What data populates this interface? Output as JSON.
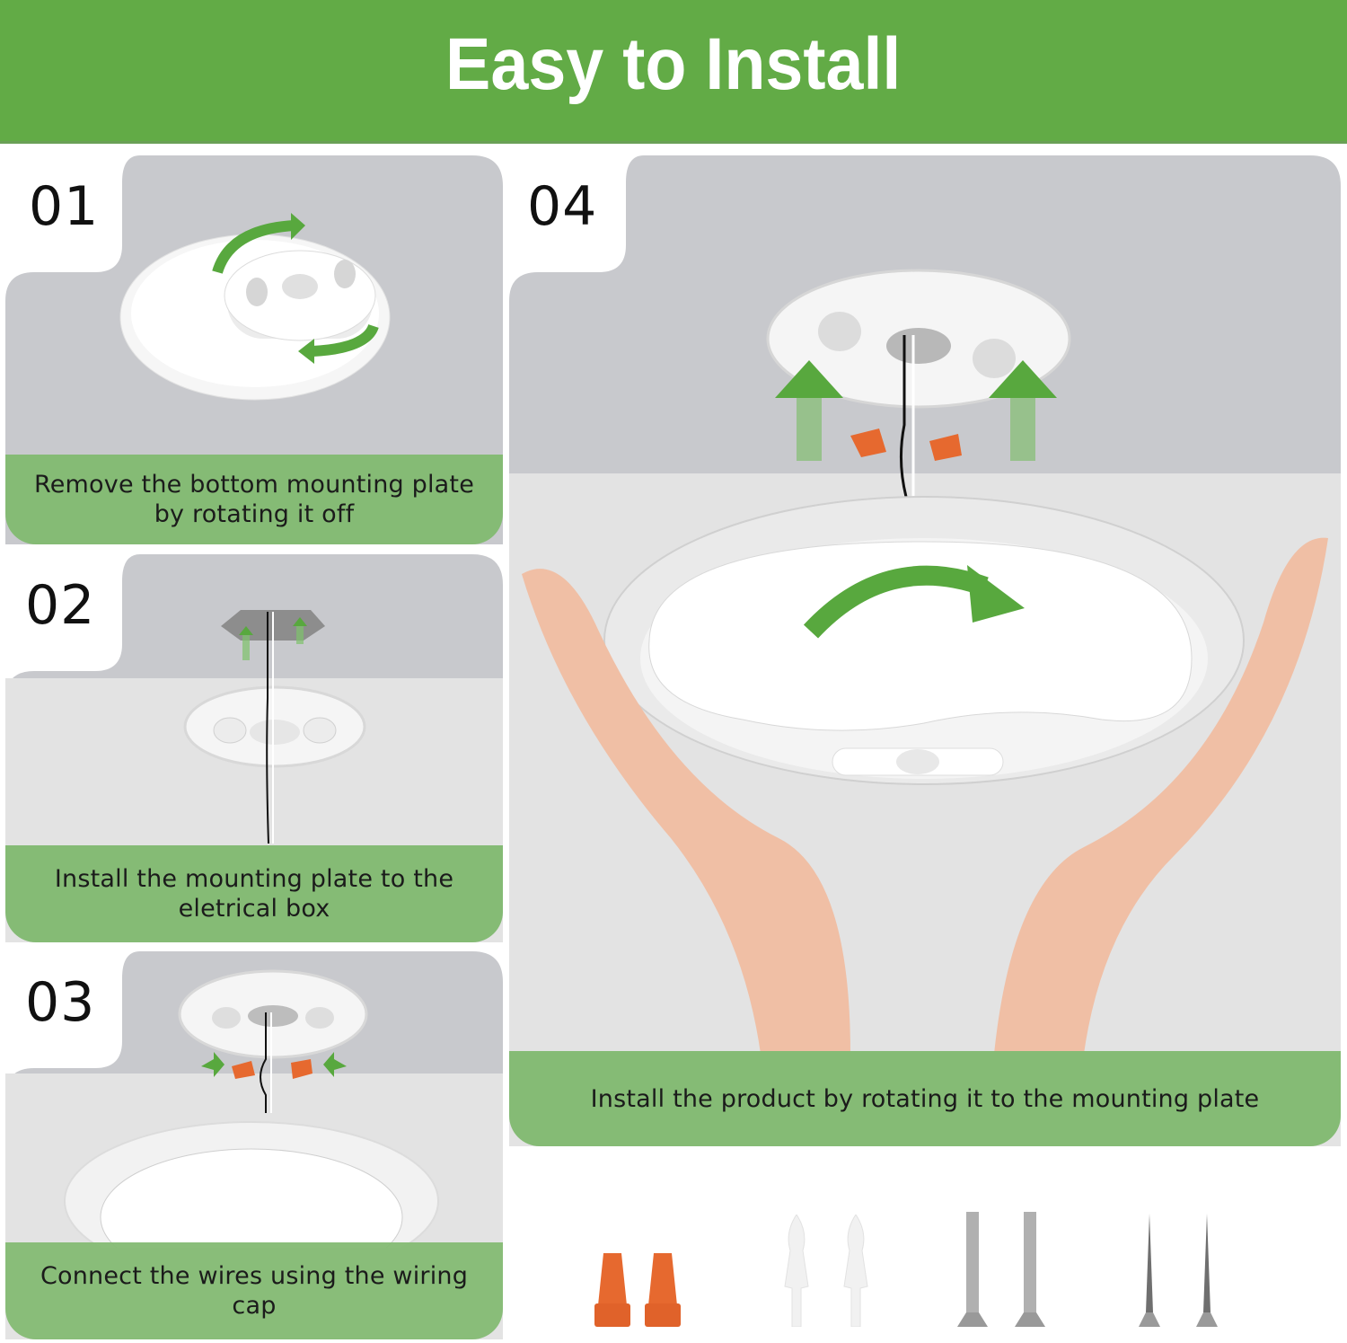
{
  "header": {
    "title": "Easy to Install",
    "background_color": "#62ab46"
  },
  "colors": {
    "card_gray_dark": "#c8c9cd",
    "card_gray_light": "#e3e3e3",
    "caption_green": "#85bb75",
    "arrow_green": "#58a83e",
    "wire_cap_orange": "#e6692f"
  },
  "steps": [
    {
      "number": "01",
      "caption": "Remove the bottom mounting plate by rotating it off",
      "illustration": "mounting-plate-rotating-off"
    },
    {
      "number": "02",
      "caption": "Install the mounting plate to the eletrical box",
      "illustration": "mounting-plate-to-electrical-box"
    },
    {
      "number": "03",
      "caption": "Connect the wires using the wiring cap",
      "illustration": "wires-with-wiring-caps"
    },
    {
      "number": "04",
      "caption": "Install the product by rotating it to the mounting plate",
      "illustration": "hands-holding-ceiling-light"
    }
  ],
  "accessories": [
    {
      "name": "wire-nut",
      "count": 2,
      "color": "#e6692f"
    },
    {
      "name": "wall-anchor",
      "count": 2,
      "color": "#f1f1f1"
    },
    {
      "name": "machine-screw",
      "count": 2,
      "color": "#a9a9a9"
    },
    {
      "name": "wood-screw",
      "count": 2,
      "color": "#8a8a8a"
    }
  ]
}
